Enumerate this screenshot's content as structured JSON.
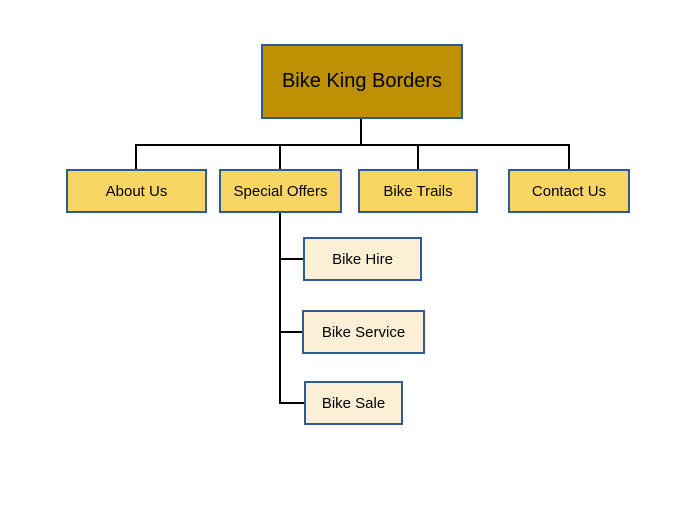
{
  "diagram": {
    "type": "sitemap-hierarchy",
    "root": {
      "label": "Bike King Borders"
    },
    "children": [
      {
        "label": "About Us"
      },
      {
        "label": "Special Offers",
        "children": [
          {
            "label": "Bike Hire"
          },
          {
            "label": "Bike Service"
          },
          {
            "label": "Bike Sale"
          }
        ]
      },
      {
        "label": "Bike Trails"
      },
      {
        "label": "Contact Us"
      }
    ],
    "colors": {
      "root_fill": "#BE9104",
      "child_fill": "#F9D663",
      "grandchild_fill": "#FBEFD5",
      "box_border": "#305A96",
      "connector": "#000000",
      "text": "#000000",
      "background": "#FFFFFF"
    }
  }
}
